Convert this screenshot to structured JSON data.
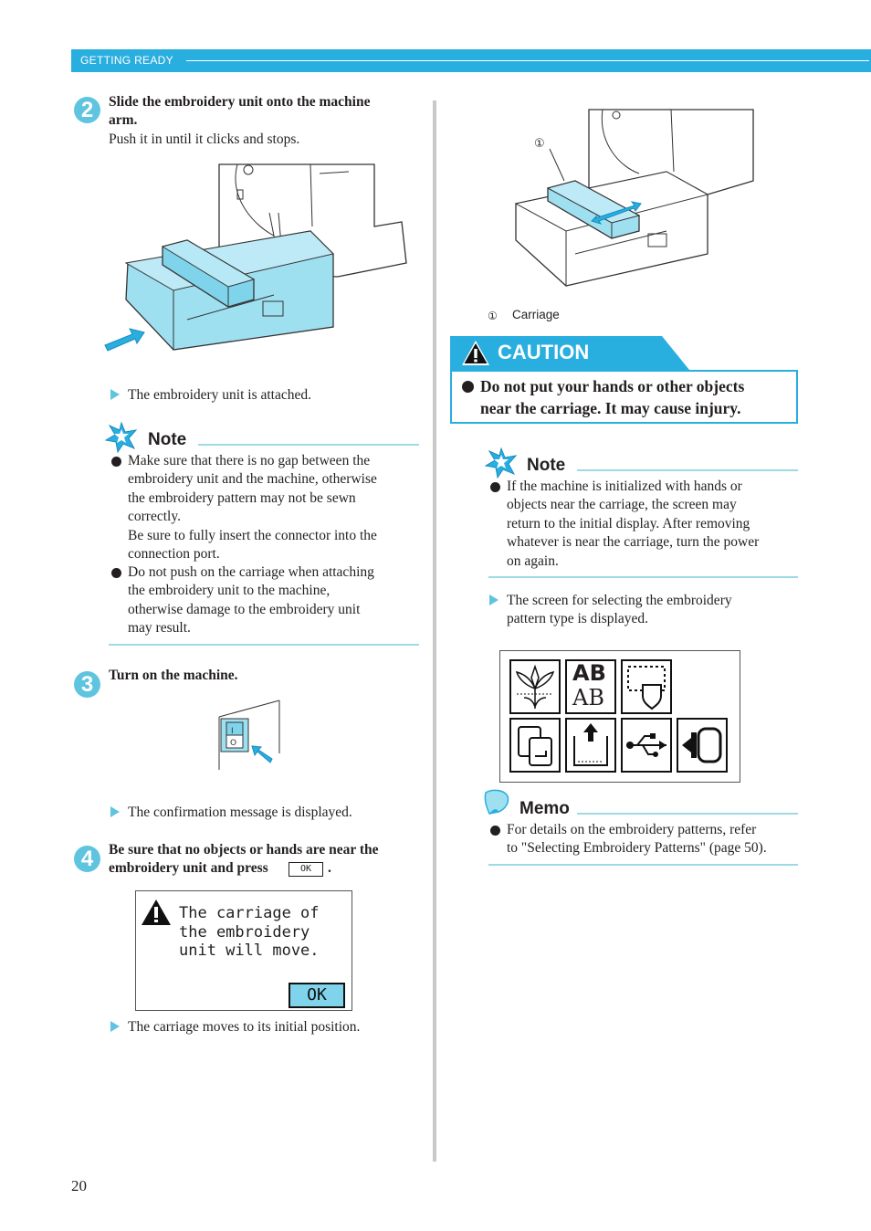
{
  "header": {
    "section": "GETTING READY"
  },
  "left": {
    "step2": {
      "number": "2",
      "title_line1": "Slide the embroidery unit onto the machine",
      "title_line2": "arm.",
      "body": "Push it in until it clicks and stops.",
      "result": "The embroidery unit is attached."
    },
    "note1": {
      "heading": "Note",
      "item1_lines": [
        "Make sure that there is no gap between the",
        "embroidery unit and the machine, otherwise",
        "the embroidery pattern may not be sewn",
        "correctly.",
        "Be sure to fully insert the connector into the",
        "connection port."
      ],
      "item2_lines": [
        "Do not push on the carriage when attaching",
        "the embroidery unit to the machine,",
        "otherwise damage to the embroidery unit",
        "may result."
      ]
    },
    "step3": {
      "number": "3",
      "title": "Turn on the machine.",
      "result": "The confirmation message is displayed."
    },
    "step4": {
      "number": "4",
      "title_line1": "Be sure that no objects or hands are near the",
      "title_line2": "embroidery unit and press",
      "title_end": ".",
      "ok_key": "OK",
      "screen_lines": [
        "The carriage of",
        "the embroidery",
        "unit will move."
      ],
      "screen_ok": "OK",
      "result": "The carriage moves to its initial position."
    }
  },
  "right": {
    "figure": {
      "callout": "①",
      "caption_num": "①",
      "caption": "Carriage"
    },
    "caution": {
      "heading": "CAUTION",
      "line1": "Do not put your hands or other objects",
      "line2": "near the carriage. It may cause injury."
    },
    "note2": {
      "heading": "Note",
      "lines": [
        "If the machine is initialized with hands or",
        "objects near the carriage, the screen may",
        "return to the initial display. After removing",
        "whatever is near the carriage, turn the power",
        "on again."
      ]
    },
    "result": {
      "line1": "The screen for selecting the embroidery",
      "line2": "pattern type is displayed."
    },
    "screen_icons": {
      "row1": [
        "embroidery-pattern-icon",
        "character-pattern-icon",
        "frame-pattern-icon"
      ],
      "row2": [
        "machine-memory-icon",
        "pocket-memory-icon",
        "usb-media-icon",
        "card-reader-icon"
      ],
      "letters_top": "AB",
      "letters_bottom": "AB"
    },
    "memo": {
      "heading": "Memo",
      "line1": "For details on the embroidery patterns, refer",
      "line2": "to \"Selecting Embroidery Patterns\" (page 50)."
    }
  },
  "footer": {
    "page_number": "20"
  },
  "colors": {
    "accent": "#29aee0",
    "light_accent": "#5fc4df",
    "rule": "#9fd9e6",
    "unit_fill": "#9fe0f0"
  }
}
